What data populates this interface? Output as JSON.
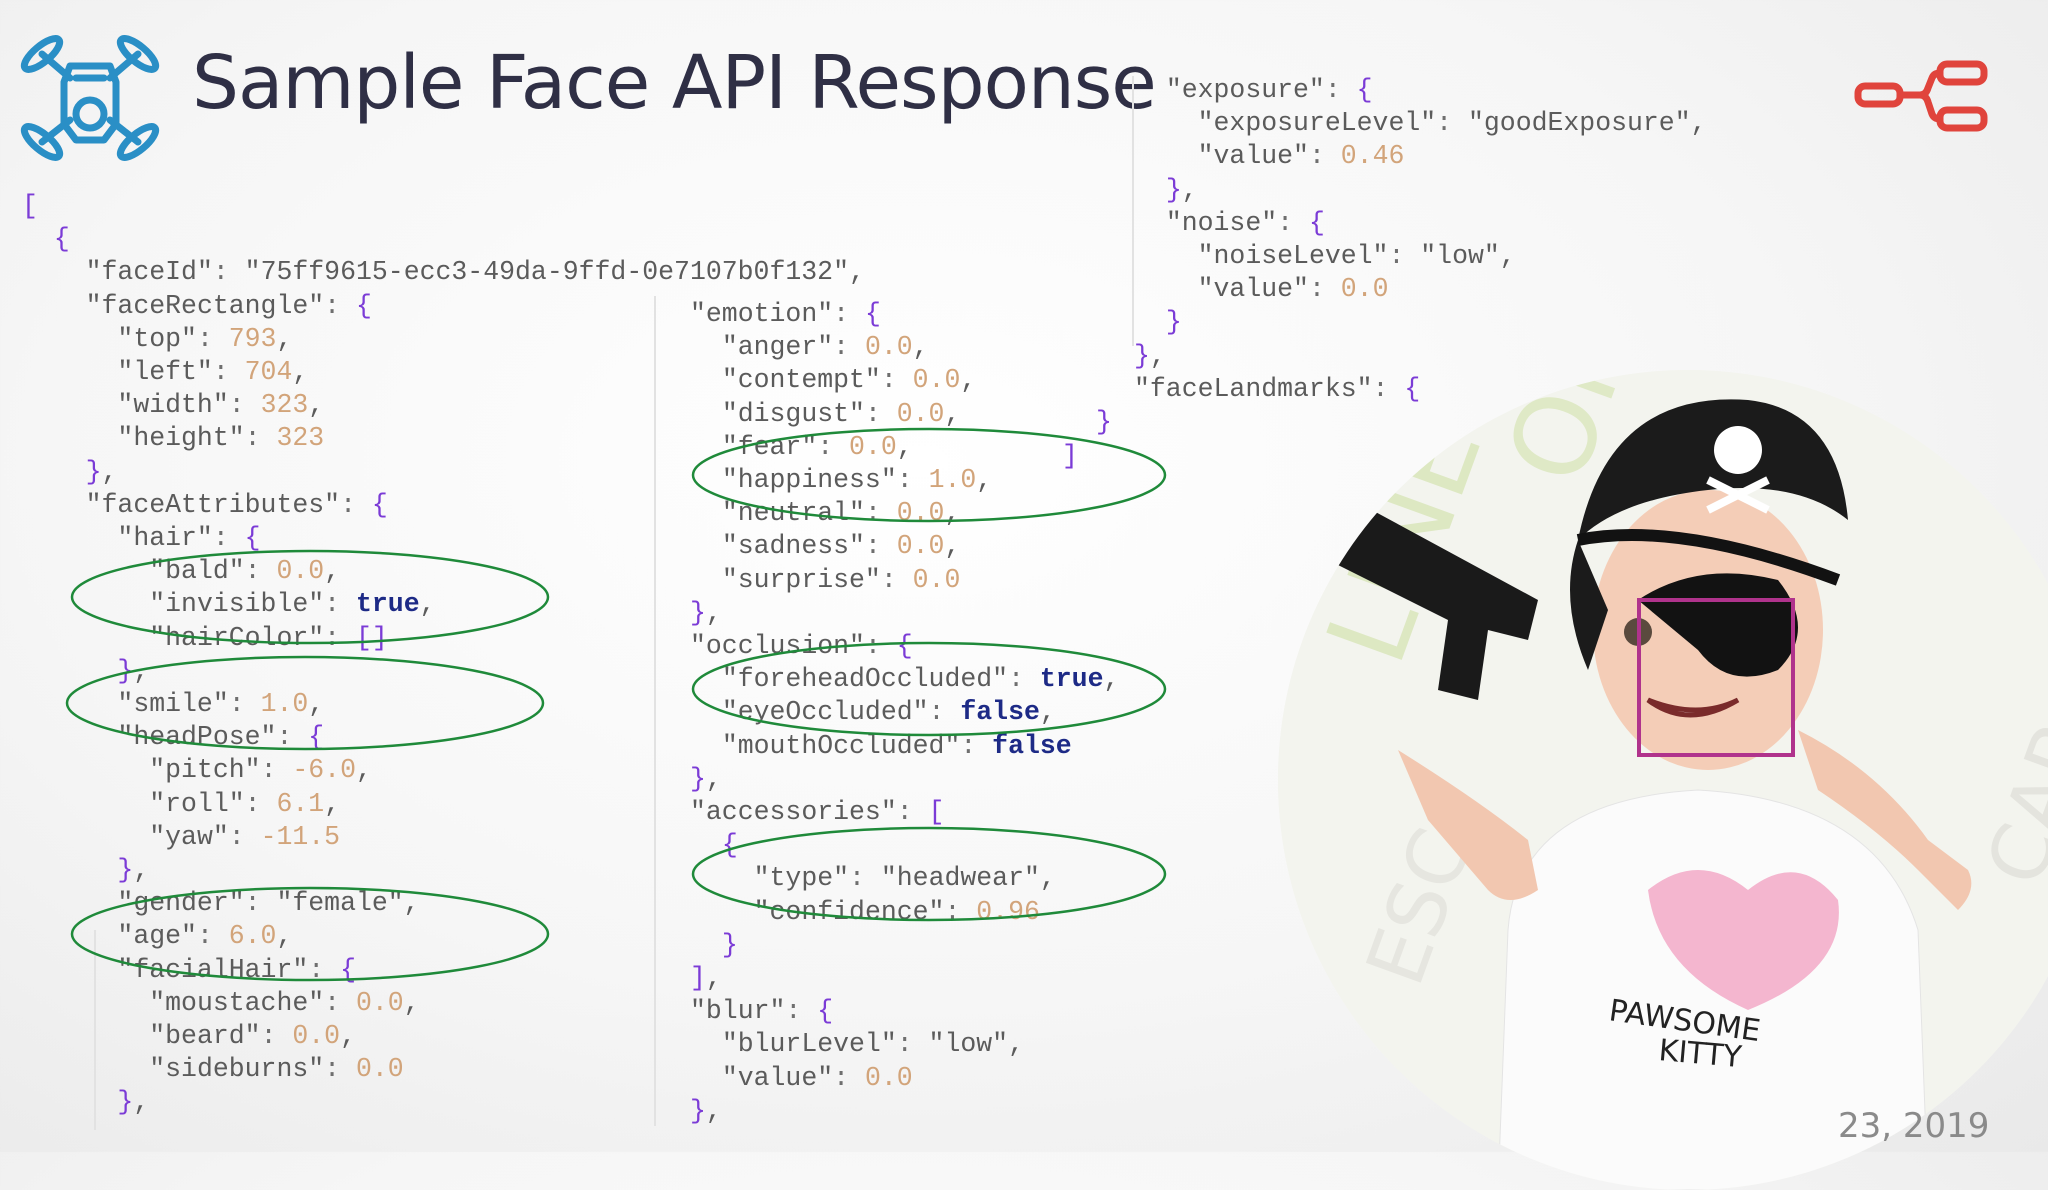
{
  "slide": {
    "title": "Sample Face API Response",
    "footer_date": "23, 2019",
    "colors": {
      "logo": "#2a8fc6",
      "flow_icon": "#e0443c",
      "oval": "#1f8a3a",
      "face_box": "#b0338c"
    }
  },
  "json_col1": [
    "[",
    "  {",
    "    \"faceId\": \"75ff9615-ecc3-49da-9ffd-0e7107b0f132\",",
    "    \"faceRectangle\": {",
    "      \"top\": 793,",
    "      \"left\": 704,",
    "      \"width\": 323,",
    "      \"height\": 323",
    "    },",
    "    \"faceAttributes\": {",
    "      \"hair\": {",
    "        \"bald\": 0.0,",
    "        \"invisible\": true,",
    "        \"hairColor\": []",
    "      },",
    "      \"smile\": 1.0,",
    "      \"headPose\": {",
    "        \"pitch\": -6.0,",
    "        \"roll\": 6.1,",
    "        \"yaw\": -11.5",
    "      },",
    "      \"gender\": \"female\",",
    "      \"age\": 6.0,",
    "      \"facialHair\": {",
    "        \"moustache\": 0.0,",
    "        \"beard\": 0.0,",
    "        \"sideburns\": 0.0",
    "      },"
  ],
  "json_col2": [
    "\"emotion\": {",
    "  \"anger\": 0.0,",
    "  \"contempt\": 0.0,",
    "  \"disgust\": 0.0,",
    "  \"fear\": 0.0,",
    "  \"happiness\": 1.0,",
    "  \"neutral\": 0.0,",
    "  \"sadness\": 0.0,",
    "  \"surprise\": 0.0",
    "},",
    "\"occlusion\": {",
    "  \"foreheadOccluded\": true,",
    "  \"eyeOccluded\": false,",
    "  \"mouthOccluded\": false",
    "},",
    "\"accessories\": [",
    "  {",
    "    \"type\": \"headwear\",",
    "    \"confidence\": 0.96",
    "  }",
    "],",
    "\"blur\": {",
    "  \"blurLevel\": \"low\",",
    "  \"value\": 0.0",
    "},"
  ],
  "json_col3": [
    "  \"exposure\": {",
    "    \"exposureLevel\": \"goodExposure\",",
    "    \"value\": 0.46",
    "  },",
    "  \"noise\": {",
    "    \"noiseLevel\": \"low\",",
    "    \"value\": 0.0",
    "  }",
    "},",
    "\"faceLandmarks\": {"
  ],
  "json_stray": [
    "}",
    "]"
  ],
  "photo": {
    "shirt_text_1": "PAWSOME",
    "shirt_text_2": "KITTY",
    "wall_text": [
      "LINE",
      "OFFL",
      "ESC",
      "CAP"
    ]
  }
}
